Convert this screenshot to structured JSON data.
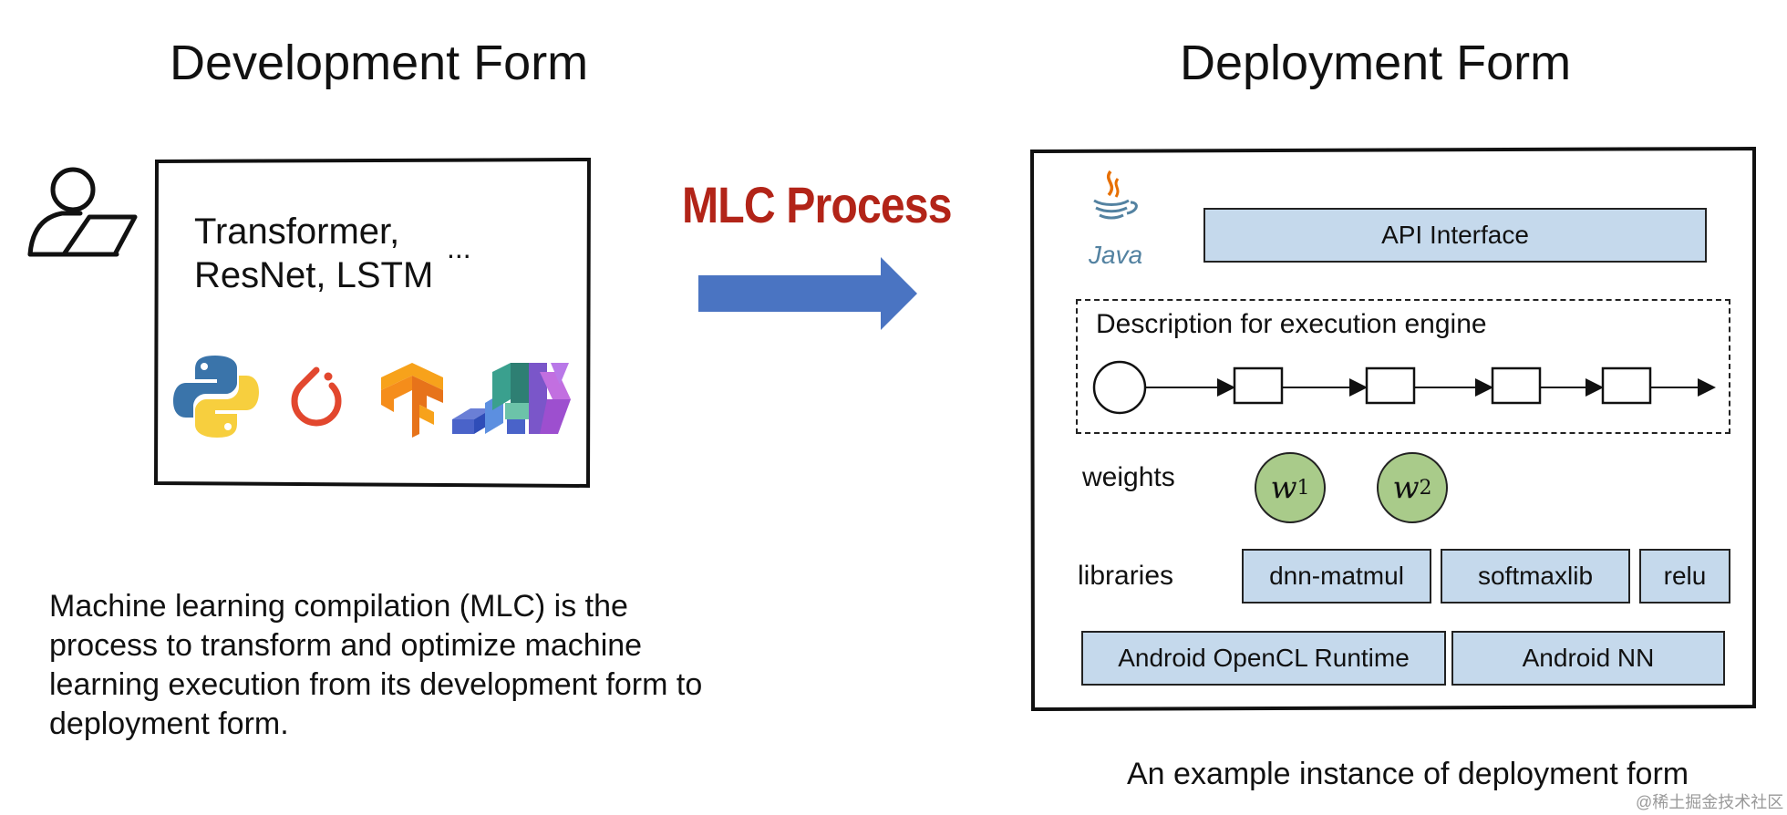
{
  "left_heading": "Development Form",
  "right_heading": "Deployment Form",
  "dev_models_line1": "Transformer,",
  "dev_models_line2": "ResNet, LSTM",
  "dev_ellipsis": "...",
  "process_label": "MLC Process",
  "caption": "Machine learning compilation (MLC) is the process to transform and optimize machine learning execution from its development form to deployment form.",
  "java_logo_text": "Java",
  "api_interface": "API Interface",
  "engine_description": "Description for execution engine",
  "weights_label": "weights",
  "weights": [
    {
      "symbol": "w",
      "sub": "1"
    },
    {
      "symbol": "w",
      "sub": "2"
    }
  ],
  "libraries_label": "libraries",
  "libraries": [
    "dnn-matmul",
    "softmaxlib",
    "relu"
  ],
  "runtimes": [
    "Android OpenCL Runtime",
    "Android NN"
  ],
  "deploy_caption": "An example instance of deployment form",
  "watermark": "@稀土掘金技术社区",
  "colors": {
    "accent_red": "#b22418",
    "arrow_blue": "#4a74c2",
    "box_blue": "#c5d9ec",
    "weight_green": "#a9cb8a"
  },
  "icons": [
    "user-laptop-icon",
    "python-logo-icon",
    "pytorch-logo-icon",
    "tensorflow-logo-icon",
    "jax-logo-icon",
    "java-logo-icon"
  ]
}
